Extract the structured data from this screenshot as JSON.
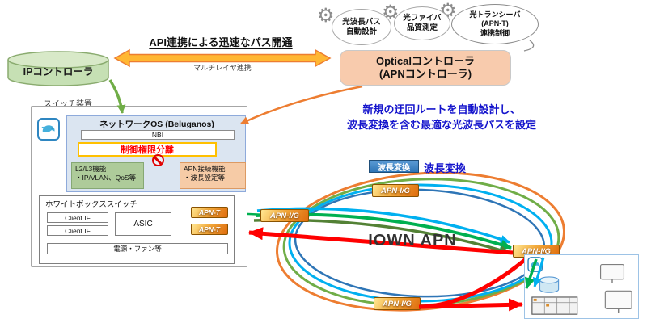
{
  "ip_controller": {
    "label": "IPコントローラ"
  },
  "api_link": {
    "title": "API連携による迅速なパス開通",
    "subtitle": "マルチレイヤ連携"
  },
  "optical_controller": {
    "line1": "Opticalコントローラ",
    "line2": "(APNコントローラ)"
  },
  "function_bubbles": [
    {
      "line1": "光波長パス",
      "line2": "自動設計"
    },
    {
      "line1": "光ファイバ",
      "line2": "品質測定"
    },
    {
      "line1": "光トランシーバ",
      "line2": "(APN-T)",
      "line3": "連携制御"
    }
  ],
  "switch_device": {
    "caption": "スイッチ装置",
    "nos": {
      "title": "ネットワークOS (Beluganos)",
      "nbi": "NBI",
      "separation": "制御権限分離",
      "l2l3": {
        "line1": "L2/L3機能",
        "line2": "・IP/VLAN、QoS等"
      },
      "apn_func": {
        "line1": "APN接続機能",
        "line2": "・波長設定等"
      }
    },
    "whitebox": {
      "title": "ホワイトボックススイッチ",
      "client_if1": "Client IF",
      "client_if2": "Client IF",
      "asic": "ASIC",
      "power": "電源・ファン等"
    },
    "apn_t1": "APN-T",
    "apn_t2": "APN-T"
  },
  "annotation": {
    "line1": "新規の迂回ルートを自動設計し、",
    "line2": "波長変換を含む最適な光波長パスを設定"
  },
  "wavelength_conversion": {
    "box_label": "波長変換",
    "text_label": "波長変換"
  },
  "apn_network": {
    "title": "IOWN APN",
    "node_left": "APN-I/G",
    "node_top": "APN-I/G",
    "node_right": "APN-I/G",
    "node_bottom": "APN-I/G"
  },
  "colors": {
    "controller_green": "#C6E0B4",
    "controller_salmon": "#F8CBAD",
    "arrow_orange": "#ED7D31",
    "arrow_yellow": "#FFB733",
    "traffic_green": "#00B050",
    "traffic_cyan": "#00B0F0",
    "alert_red": "#FF0000",
    "note_blue": "#1414CC"
  }
}
